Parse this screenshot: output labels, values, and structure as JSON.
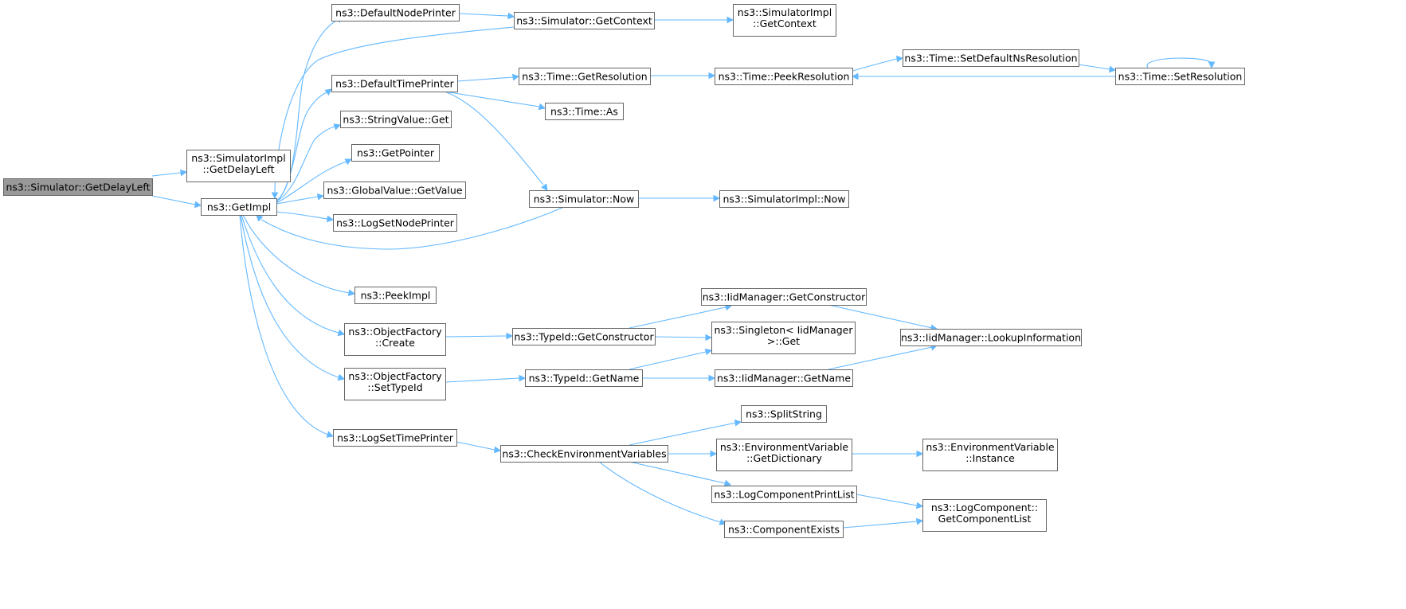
{
  "graph": {
    "edge_color": "#63b8ff",
    "node_border_color": "#666666",
    "root_fill_color": "#999999",
    "nodes": [
      {
        "id": "root",
        "lines": [
          "ns3::Simulator::GetDelayLeft"
        ],
        "root": true
      },
      {
        "id": "implDelay",
        "lines": [
          "ns3::SimulatorImpl",
          "::GetDelayLeft"
        ]
      },
      {
        "id": "getImpl",
        "lines": [
          "ns3::GetImpl"
        ]
      },
      {
        "id": "defNode",
        "lines": [
          "ns3::DefaultNodePrinter"
        ]
      },
      {
        "id": "simCtx",
        "lines": [
          "ns3::Simulator::GetContext"
        ]
      },
      {
        "id": "implCtx",
        "lines": [
          "ns3::SimulatorImpl",
          "::GetContext"
        ]
      },
      {
        "id": "defTime",
        "lines": [
          "ns3::DefaultTimePrinter"
        ]
      },
      {
        "id": "timeRes",
        "lines": [
          "ns3::Time::GetResolution"
        ]
      },
      {
        "id": "peekRes",
        "lines": [
          "ns3::Time::PeekResolution"
        ]
      },
      {
        "id": "setDefNs",
        "lines": [
          "ns3::Time::SetDefaultNsResolution"
        ]
      },
      {
        "id": "setRes",
        "lines": [
          "ns3::Time::SetResolution"
        ]
      },
      {
        "id": "timeAs",
        "lines": [
          "ns3::Time::As"
        ]
      },
      {
        "id": "strGet",
        "lines": [
          "ns3::StringValue::Get"
        ]
      },
      {
        "id": "getPtr",
        "lines": [
          "ns3::GetPointer"
        ]
      },
      {
        "id": "gvGet",
        "lines": [
          "ns3::GlobalValue::GetValue"
        ]
      },
      {
        "id": "simNow",
        "lines": [
          "ns3::Simulator::Now"
        ]
      },
      {
        "id": "implNow",
        "lines": [
          "ns3::SimulatorImpl::Now"
        ]
      },
      {
        "id": "logNode",
        "lines": [
          "ns3::LogSetNodePrinter"
        ]
      },
      {
        "id": "peekImpl",
        "lines": [
          "ns3::PeekImpl"
        ]
      },
      {
        "id": "ofCreate",
        "lines": [
          "ns3::ObjectFactory",
          "::Create"
        ]
      },
      {
        "id": "tidCtor",
        "lines": [
          "ns3::TypeId::GetConstructor"
        ]
      },
      {
        "id": "iidCtor",
        "lines": [
          "ns3::IidManager::GetConstructor"
        ]
      },
      {
        "id": "singleton",
        "lines": [
          "ns3::Singleton< IidManager",
          ">::Get"
        ]
      },
      {
        "id": "lookup",
        "lines": [
          "ns3::IidManager::LookupInformation"
        ]
      },
      {
        "id": "ofSetTid",
        "lines": [
          "ns3::ObjectFactory",
          "::SetTypeId"
        ]
      },
      {
        "id": "tidName",
        "lines": [
          "ns3::TypeId::GetName"
        ]
      },
      {
        "id": "iidName",
        "lines": [
          "ns3::IidManager::GetName"
        ]
      },
      {
        "id": "logTime",
        "lines": [
          "ns3::LogSetTimePrinter"
        ]
      },
      {
        "id": "checkEnv",
        "lines": [
          "ns3::CheckEnvironmentVariables"
        ]
      },
      {
        "id": "split",
        "lines": [
          "ns3::SplitString"
        ]
      },
      {
        "id": "envDict",
        "lines": [
          "ns3::EnvironmentVariable",
          "::GetDictionary"
        ]
      },
      {
        "id": "envInst",
        "lines": [
          "ns3::EnvironmentVariable",
          "::Instance"
        ]
      },
      {
        "id": "logPrint",
        "lines": [
          "ns3::LogComponentPrintList"
        ]
      },
      {
        "id": "compExists",
        "lines": [
          "ns3::ComponentExists"
        ]
      },
      {
        "id": "compList",
        "lines": [
          "ns3::LogComponent::",
          "GetComponentList"
        ]
      }
    ],
    "edges": [
      {
        "from": "root",
        "to": "implDelay"
      },
      {
        "from": "root",
        "to": "getImpl"
      },
      {
        "from": "getImpl",
        "to": "defNode"
      },
      {
        "from": "getImpl",
        "to": "defTime"
      },
      {
        "from": "getImpl",
        "to": "strGet"
      },
      {
        "from": "getImpl",
        "to": "getPtr"
      },
      {
        "from": "getImpl",
        "to": "gvGet"
      },
      {
        "from": "getImpl",
        "to": "logNode"
      },
      {
        "from": "getImpl",
        "to": "peekImpl"
      },
      {
        "from": "getImpl",
        "to": "ofCreate"
      },
      {
        "from": "getImpl",
        "to": "ofSetTid"
      },
      {
        "from": "getImpl",
        "to": "logTime"
      },
      {
        "from": "defNode",
        "to": "simCtx"
      },
      {
        "from": "simCtx",
        "to": "implCtx"
      },
      {
        "from": "simCtx",
        "to": "getImpl"
      },
      {
        "from": "defTime",
        "to": "timeRes"
      },
      {
        "from": "defTime",
        "to": "timeAs"
      },
      {
        "from": "defTime",
        "to": "simNow"
      },
      {
        "from": "timeRes",
        "to": "peekRes"
      },
      {
        "from": "peekRes",
        "to": "setDefNs"
      },
      {
        "from": "setDefNs",
        "to": "setRes"
      },
      {
        "from": "setRes",
        "to": "peekRes"
      },
      {
        "from": "setRes",
        "to": "setRes"
      },
      {
        "from": "simNow",
        "to": "implNow"
      },
      {
        "from": "simNow",
        "to": "getImpl"
      },
      {
        "from": "ofCreate",
        "to": "tidCtor"
      },
      {
        "from": "tidCtor",
        "to": "iidCtor"
      },
      {
        "from": "tidCtor",
        "to": "singleton"
      },
      {
        "from": "iidCtor",
        "to": "lookup"
      },
      {
        "from": "ofSetTid",
        "to": "tidName"
      },
      {
        "from": "tidName",
        "to": "singleton"
      },
      {
        "from": "tidName",
        "to": "iidName"
      },
      {
        "from": "iidName",
        "to": "lookup"
      },
      {
        "from": "logTime",
        "to": "checkEnv"
      },
      {
        "from": "checkEnv",
        "to": "split"
      },
      {
        "from": "checkEnv",
        "to": "envDict"
      },
      {
        "from": "checkEnv",
        "to": "logPrint"
      },
      {
        "from": "checkEnv",
        "to": "compExists"
      },
      {
        "from": "envDict",
        "to": "envInst"
      },
      {
        "from": "logPrint",
        "to": "compList"
      },
      {
        "from": "compExists",
        "to": "compList"
      }
    ]
  }
}
